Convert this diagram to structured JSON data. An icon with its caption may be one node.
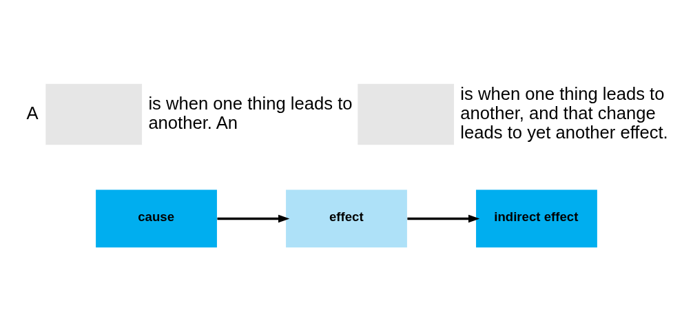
{
  "diagram": {
    "nodes": [
      {
        "text": [
          "cause"
        ]
      },
      {
        "text": [
          "effect"
        ]
      },
      {
        "text": [
          "indirect effect"
        ]
      }
    ],
    "edges": [
      {
        "from": 0,
        "to": 1,
        "arrow": "to"
      },
      {
        "from": 1,
        "to": 2,
        "arrow": "to"
      }
    ],
    "labels": [
      "A",
      "is when one thing leads to another. An",
      "is when one thing leads to another, and that change leads to yet another effect."
    ]
  }
}
